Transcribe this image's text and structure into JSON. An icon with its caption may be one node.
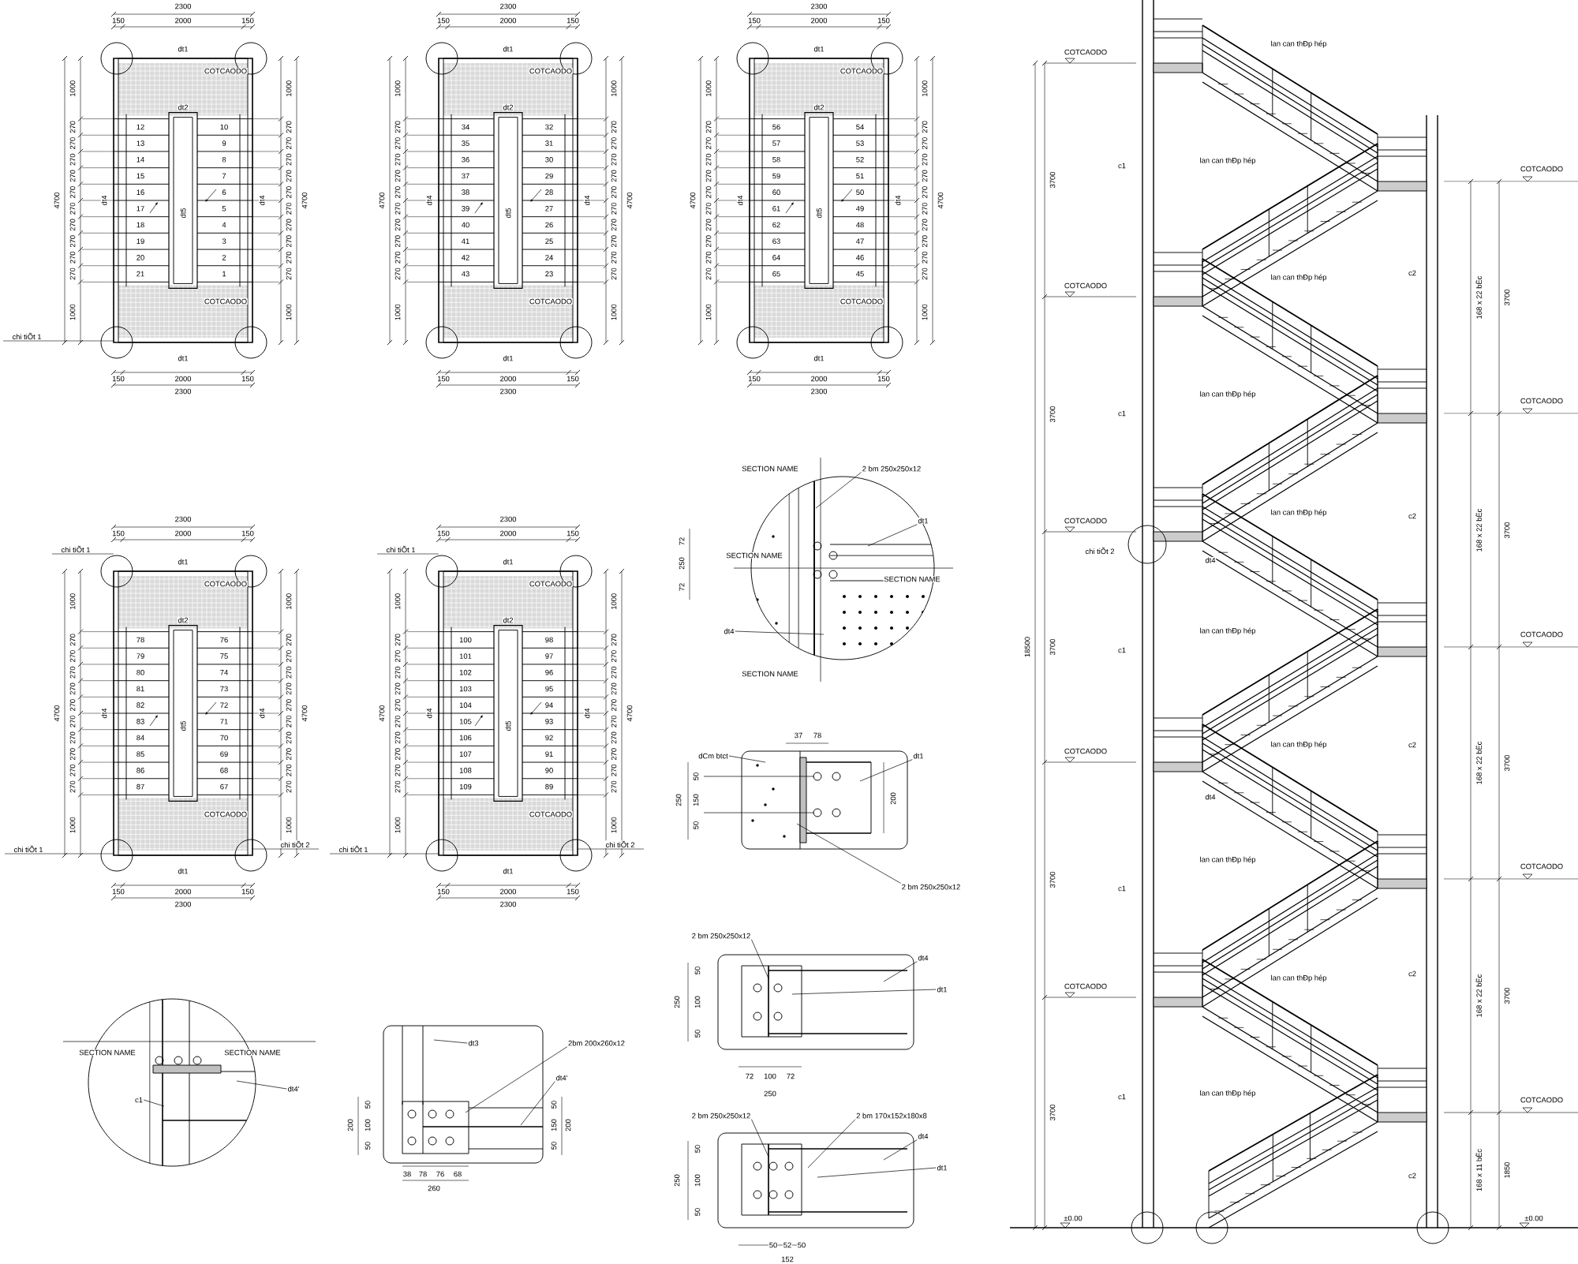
{
  "diagram": {
    "nodes": [
      {
        "text": [
          "2 bm 250x250x12"
        ]
      },
      {
        "text": [
          "dt1"
        ]
      },
      {
        "text": [
          "dt4"
        ]
      },
      {
        "text": [
          "dCm btct"
        ]
      },
      {
        "text": [
          "dt1"
        ]
      },
      {
        "text": [
          "2 bm 250x250x12"
        ]
      },
      {
        "text": [
          "dt4'"
        ]
      },
      {
        "text": [
          "c1"
        ]
      },
      {
        "text": [
          "dt3"
        ]
      },
      {
        "text": [
          "2bm 200x260x12"
        ]
      },
      {
        "text": [
          "dt4'"
        ]
      },
      {
        "text": [
          "2 bm 250x250x12"
        ]
      },
      {
        "text": [
          "dt4"
        ]
      },
      {
        "text": [
          "dt1"
        ]
      },
      {
        "text": [
          "2 bm 250x250x12"
        ]
      },
      {
        "text": [
          "2 bm 170x152x180x8"
        ]
      },
      {
        "text": [
          "dt4"
        ]
      },
      {
        "text": [
          "dt1"
        ]
      }
    ],
    "edges": [
      {
        "from": 0,
        "to": null,
        "arrow": "none"
      },
      {
        "from": 1,
        "to": null,
        "arrow": "none"
      },
      {
        "from": 2,
        "to": null,
        "arrow": "none"
      },
      {
        "from": 3,
        "to": null,
        "arrow": "none"
      },
      {
        "from": 4,
        "to": null,
        "arrow": "none"
      },
      {
        "from": 5,
        "to": null,
        "arrow": "none"
      },
      {
        "from": 6,
        "to": null,
        "arrow": "none"
      },
      {
        "from": 7,
        "to": null,
        "arrow": "none"
      },
      {
        "from": 8,
        "to": null,
        "arrow": "none"
      },
      {
        "from": 9,
        "to": null,
        "arrow": "none"
      },
      {
        "from": 10,
        "to": null,
        "arrow": "none"
      },
      {
        "from": 11,
        "to": null,
        "arrow": "none"
      },
      {
        "from": 12,
        "to": null,
        "arrow": "none"
      },
      {
        "from": 13,
        "to": null,
        "arrow": "none"
      },
      {
        "from": 14,
        "to": null,
        "arrow": "none"
      },
      {
        "from": 15,
        "to": null,
        "arrow": "none"
      },
      {
        "from": 16,
        "to": null,
        "arrow": "none"
      },
      {
        "from": 17,
        "to": null,
        "arrow": "none"
      }
    ],
    "labels": [
      "2300",
      "150",
      "2000",
      "150",
      "150",
      "2000",
      "150",
      "2300",
      "1000",
      "270",
      "270",
      "270",
      "270",
      "270",
      "270",
      "270",
      "270",
      "270",
      "270",
      "1000",
      "4700",
      "1000",
      "270",
      "270",
      "270",
      "270",
      "270",
      "270",
      "270",
      "270",
      "270",
      "270",
      "1000",
      "4700",
      "12",
      "13",
      "14",
      "15",
      "16",
      "17",
      "18",
      "19",
      "20",
      "21",
      "10",
      "9",
      "8",
      "7",
      "6",
      "5",
      "4",
      "3",
      "2",
      "1",
      "dt1",
      "dt1",
      "dt4",
      "dt4",
      "dt5",
      "dt2",
      "COTCAODO",
      "COTCAODO",
      "chi tiÕt 1",
      "2300",
      "150",
      "2000",
      "150",
      "150",
      "2000",
      "150",
      "2300",
      "1000",
      "270",
      "270",
      "270",
      "270",
      "270",
      "270",
      "270",
      "270",
      "270",
      "270",
      "1000",
      "4700",
      "1000",
      "270",
      "270",
      "270",
      "270",
      "270",
      "270",
      "270",
      "270",
      "270",
      "270",
      "1000",
      "4700",
      "34",
      "35",
      "36",
      "37",
      "38",
      "39",
      "40",
      "41",
      "42",
      "43",
      "32",
      "31",
      "30",
      "29",
      "28",
      "27",
      "26",
      "25",
      "24",
      "23",
      "dt1",
      "dt1",
      "dt4",
      "dt4",
      "dt5",
      "dt2",
      "COTCAODO",
      "COTCAODO",
      "2300",
      "150",
      "2000",
      "150",
      "150",
      "2000",
      "150",
      "2300",
      "1000",
      "270",
      "270",
      "270",
      "270",
      "270",
      "270",
      "270",
      "270",
      "270",
      "270",
      "1000",
      "4700",
      "1000",
      "270",
      "270",
      "270",
      "270",
      "270",
      "270",
      "270",
      "270",
      "270",
      "270",
      "1000",
      "4700",
      "56",
      "57",
      "58",
      "59",
      "60",
      "61",
      "62",
      "63",
      "64",
      "65",
      "54",
      "53",
      "52",
      "51",
      "50",
      "49",
      "48",
      "47",
      "46",
      "45",
      "dt1",
      "dt1",
      "dt4",
      "dt4",
      "dt5",
      "dt2",
      "COTCAODO",
      "COTCAODO",
      "2300",
      "150",
      "2000",
      "150",
      "150",
      "2000",
      "150",
      "2300",
      "1000",
      "270",
      "270",
      "270",
      "270",
      "270",
      "270",
      "270",
      "270",
      "270",
      "270",
      "1000",
      "4700",
      "1000",
      "270",
      "270",
      "270",
      "270",
      "270",
      "270",
      "270",
      "270",
      "270",
      "270",
      "1000",
      "4700",
      "78",
      "79",
      "80",
      "81",
      "82",
      "83",
      "84",
      "85",
      "86",
      "87",
      "76",
      "75",
      "74",
      "73",
      "72",
      "71",
      "70",
      "69",
      "68",
      "67",
      "dt1",
      "dt1",
      "dt4",
      "dt4",
      "dt5",
      "dt2",
      "COTCAODO",
      "COTCAODO",
      "chi tiÕt 1",
      "chi tiÕt 1",
      "chi tiÕt 2",
      "2300",
      "150",
      "2000",
      "150",
      "150",
      "2000",
      "150",
      "2300",
      "1000",
      "270",
      "270",
      "270",
      "270",
      "270",
      "270",
      "270",
      "270",
      "270",
      "270",
      "1000",
      "4700",
      "1000",
      "270",
      "270",
      "270",
      "270",
      "270",
      "270",
      "270",
      "270",
      "270",
      "270",
      "1000",
      "4700",
      "100",
      "101",
      "102",
      "103",
      "104",
      "105",
      "106",
      "107",
      "108",
      "109",
      "98",
      "97",
      "96",
      "95",
      "94",
      "93",
      "92",
      "91",
      "90",
      "89",
      "dt1",
      "dt1",
      "dt4",
      "dt4",
      "dt5",
      "dt2",
      "COTCAODO",
      "COTCAODO",
      "chi tiÕt 1",
      "chi tiÕt 1",
      "chi tiÕt 2",
      "lan can thÐp hép",
      "lan can thÐp hép",
      "lan can thÐp hép",
      "lan can thÐp hép",
      "lan can thÐp hép",
      "lan can thÐp hép",
      "lan can thÐp hép",
      "lan can thÐp hép",
      "lan can thÐp hép",
      "lan can thÐp hép",
      "COTCAODO",
      "COTCAODO",
      "COTCAODO",
      "COTCAODO",
      "COTCAODO",
      "COTCAODO",
      "COTCAODO",
      "COTCAODO",
      "COTCAODO",
      "COTCAODO",
      "±0.00",
      "±0.00",
      "3700",
      "3700",
      "3700",
      "3700",
      "3700",
      "18500",
      "168 x 22 bËc",
      "168 x 22 bËc",
      "168 x 22 bËc",
      "168 x 22 bËc",
      "168 x 11 bËc",
      "3700",
      "3700",
      "3700",
      "3700",
      "1850",
      "c1",
      "c1",
      "c1",
      "c1",
      "c1",
      "c2",
      "c2",
      "c2",
      "c2",
      "c2",
      "dt4",
      "dt4",
      "chi tiÕt 2",
      "SECTION NAME",
      "SECTION NAME",
      "SECTION NAME",
      "SECTION NAME",
      "72",
      "250",
      "72",
      "37",
      "78",
      "50",
      "150",
      "50",
      "250",
      "200",
      "SECTION NAME",
      "SECTION NAME",
      "50",
      "100",
      "50",
      "200",
      "50",
      "150",
      "50",
      "200",
      "38",
      "78",
      "76",
      "68",
      "260",
      "250",
      "50",
      "100",
      "50",
      "72",
      "100",
      "72",
      "250",
      "250",
      "50",
      "100",
      "50",
      "50",
      "52",
      "50",
      "152"
    ]
  }
}
